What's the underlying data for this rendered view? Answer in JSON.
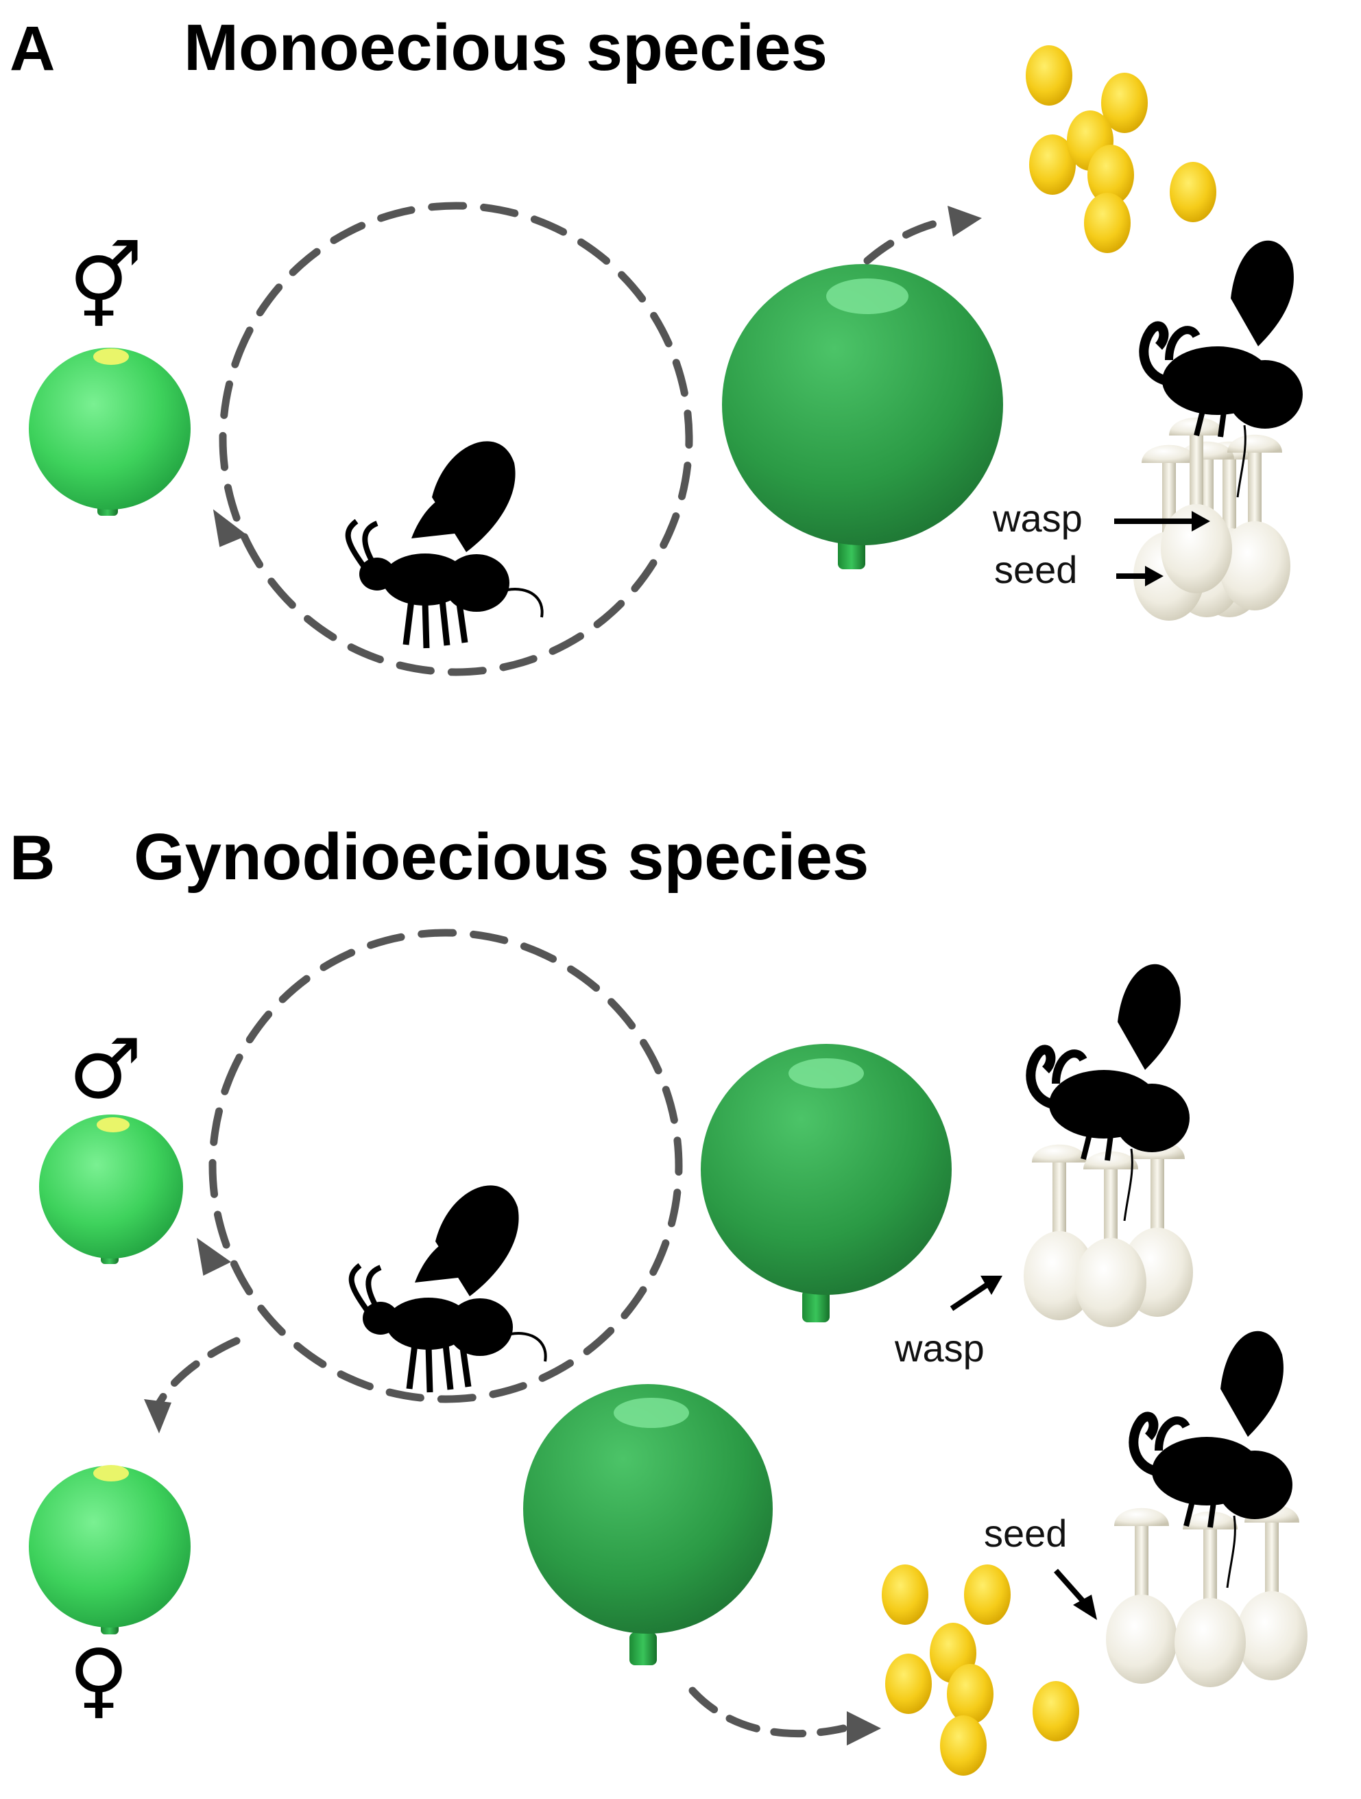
{
  "panel_a": {
    "letter": "A",
    "title": "Monoecious species",
    "sex_symbol": "⚥",
    "labels": {
      "wasp": "wasp",
      "seed": "seed"
    }
  },
  "panel_b": {
    "letter": "B",
    "title": "Gynodioecious species",
    "male_symbol": "♂",
    "female_symbol": "♀",
    "labels": {
      "wasp": "wasp",
      "seed": "seed"
    }
  },
  "colors": {
    "fig_light": "#5fe27a",
    "fig_dark": "#1f7a35",
    "seed_yellow": "#f5cc1a",
    "ovary_white": "#efece0",
    "cycle_line": "#555555"
  },
  "icons": [
    "fig-icon",
    "wasp-silhouette-icon",
    "seed-icon",
    "ovary-icon",
    "cycle-arrow-icon"
  ]
}
